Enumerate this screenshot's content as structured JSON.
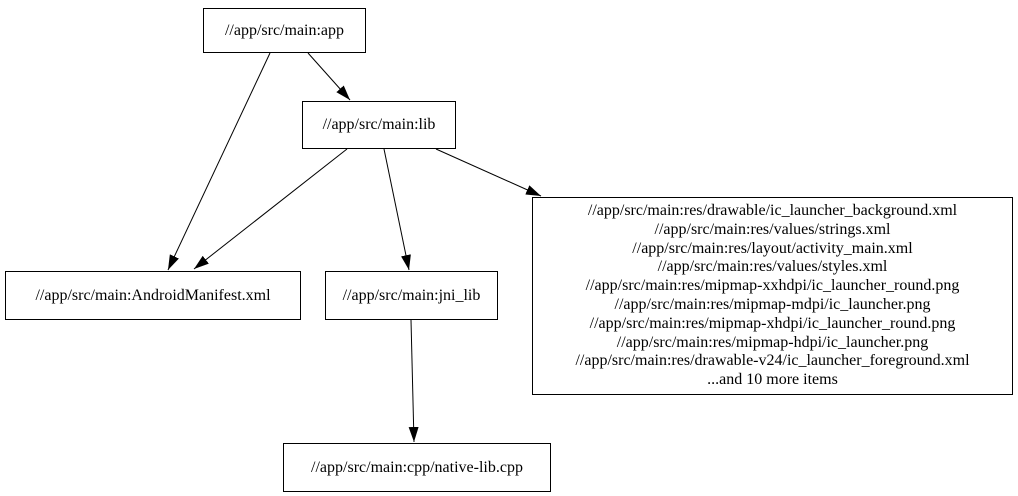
{
  "graph": {
    "type": "dependency-graph",
    "colors": {
      "background": "#ffffff",
      "node_fill": "#ffffff",
      "node_border": "#000000",
      "edge": "#000000",
      "text": "#000000"
    },
    "nodes": {
      "app": {
        "label": "//app/src/main:app"
      },
      "lib": {
        "label": "//app/src/main:lib"
      },
      "manifest": {
        "label": "//app/src/main:AndroidManifest.xml"
      },
      "jni_lib": {
        "label": "//app/src/main:jni_lib"
      },
      "res_group": {
        "lines": [
          "//app/src/main:res/drawable/ic_launcher_background.xml",
          "//app/src/main:res/values/strings.xml",
          "//app/src/main:res/layout/activity_main.xml",
          "//app/src/main:res/values/styles.xml",
          "//app/src/main:res/mipmap-xxhdpi/ic_launcher_round.png",
          "//app/src/main:res/mipmap-mdpi/ic_launcher.png",
          "//app/src/main:res/mipmap-xhdpi/ic_launcher_round.png",
          "//app/src/main:res/mipmap-hdpi/ic_launcher.png",
          "//app/src/main:res/drawable-v24/ic_launcher_foreground.xml",
          "...and 10 more items"
        ]
      },
      "cpp": {
        "label": "//app/src/main:cpp/native-lib.cpp"
      }
    },
    "edges": [
      {
        "from": "app",
        "to": "manifest"
      },
      {
        "from": "app",
        "to": "lib"
      },
      {
        "from": "lib",
        "to": "manifest"
      },
      {
        "from": "lib",
        "to": "jni_lib"
      },
      {
        "from": "lib",
        "to": "res_group"
      },
      {
        "from": "jni_lib",
        "to": "cpp"
      }
    ]
  }
}
